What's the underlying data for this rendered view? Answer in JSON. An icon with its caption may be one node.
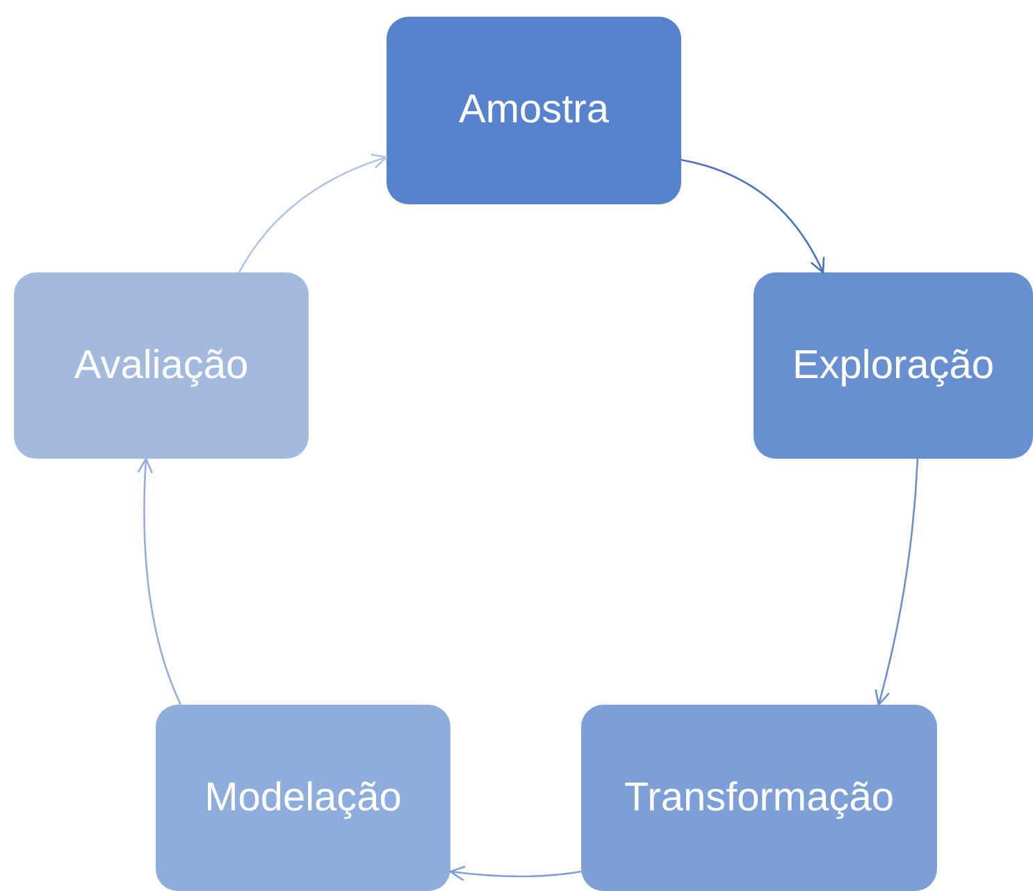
{
  "diagram": {
    "nodes": [
      {
        "text": [
          "Amostra"
        ]
      },
      {
        "text": [
          "Exploração"
        ]
      },
      {
        "text": [
          "Transformação"
        ]
      },
      {
        "text": [
          "Modelação"
        ]
      },
      {
        "text": [
          "Avaliação"
        ]
      }
    ],
    "edges": [
      {
        "from": 0,
        "to": 1,
        "arrow": "to",
        "color": "#4a72c0"
      },
      {
        "from": 1,
        "to": 2,
        "arrow": "to",
        "color": "#6a8fd0"
      },
      {
        "from": 2,
        "to": 3,
        "arrow": "to",
        "color": "#7d9fd6"
      },
      {
        "from": 3,
        "to": 4,
        "arrow": "to",
        "color": "#93aedc"
      },
      {
        "from": 4,
        "to": 0,
        "arrow": "to",
        "color": "#b3c3e6"
      }
    ]
  }
}
